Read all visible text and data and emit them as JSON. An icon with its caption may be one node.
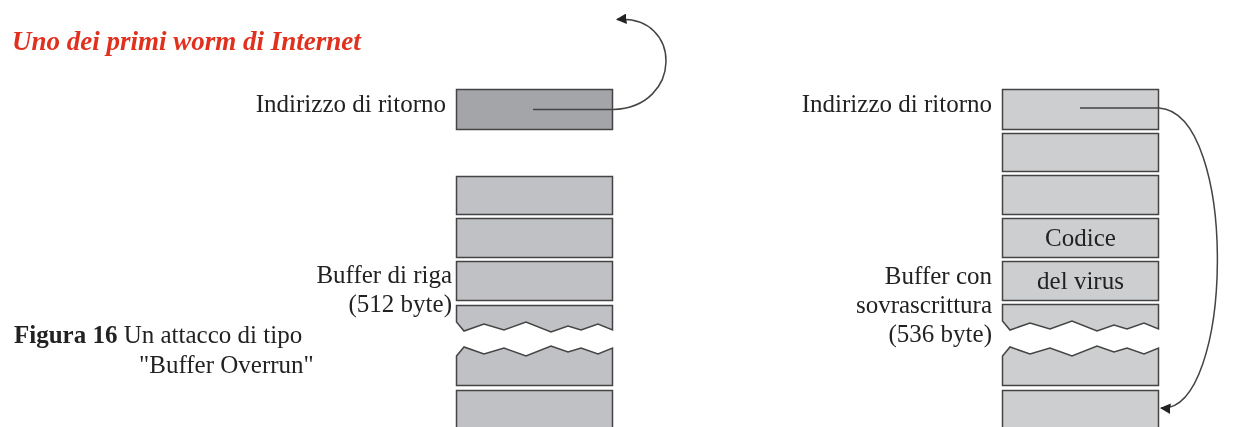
{
  "diagram": {
    "title": "Uno dei primi worm di Internet",
    "caption": "**Figura 16** Un attacco di tipo \"Buffer Overrun\"",
    "nodes": [
      {
        "text": [],
        "shape": "box",
        "beside": [
          "Indirizzo di ritorno"
        ]
      },
      {
        "text": [],
        "shape": "box"
      },
      {
        "text": [],
        "shape": "box"
      },
      {
        "text": [],
        "shape": "box"
      },
      {
        "text": [],
        "shape": "box"
      },
      {
        "text": [],
        "shape": "box"
      },
      {
        "text": [],
        "shape": "box"
      },
      {
        "text": [],
        "shape": "box",
        "beside": [
          "Indirizzo di ritorno"
        ]
      },
      {
        "text": [],
        "shape": "box"
      },
      {
        "text": [],
        "shape": "box"
      },
      {
        "text": [
          "Codice"
        ]
      },
      {
        "text": [
          "del virus"
        ]
      },
      {
        "text": [],
        "shape": "box"
      },
      {
        "text": [],
        "shape": "box"
      },
      {
        "text": [],
        "shape": "box"
      }
    ],
    "edges": [
      {
        "from": 0,
        "to": null,
        "arrow": "to"
      },
      {
        "from": 7,
        "to": 14,
        "arrow": "to"
      }
    ],
    "labels": [
      "Buffer di riga (512 byte)",
      "Buffer con sovrascrittura (536 byte)"
    ]
  }
}
